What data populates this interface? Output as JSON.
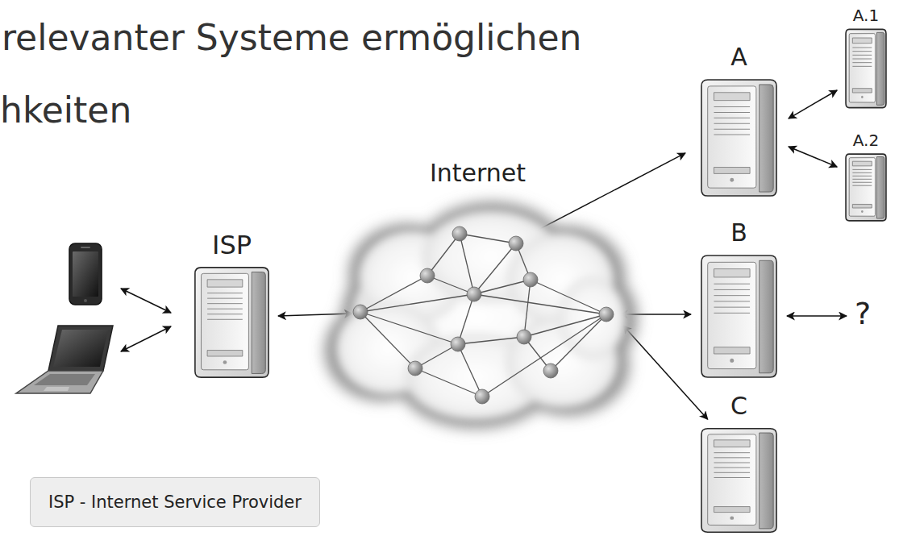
{
  "diagram": {
    "nodes": [
      {
        "text": [
          "ISP"
        ]
      },
      {
        "text": [
          "Internet"
        ]
      },
      {
        "text": [
          "A"
        ]
      },
      {
        "text": [
          "A.1"
        ]
      },
      {
        "text": [
          "A.2"
        ]
      },
      {
        "text": [
          "B"
        ]
      },
      {
        "text": [
          "C"
        ]
      }
    ],
    "edges": [
      {
        "from": 0,
        "to": 1,
        "arrow": "both"
      },
      {
        "from": 1,
        "to": 2,
        "arrow": "both"
      },
      {
        "from": 2,
        "to": 3,
        "arrow": "both"
      },
      {
        "from": 2,
        "to": 4,
        "arrow": "both"
      },
      {
        "from": 1,
        "to": 5,
        "arrow": "both"
      },
      {
        "from": 1,
        "to": 6,
        "arrow": "both"
      }
    ],
    "labels": [
      "relevanter Systeme ermöglichen",
      "hkeiten",
      "?",
      "ISP - Internet Service Provider"
    ]
  }
}
